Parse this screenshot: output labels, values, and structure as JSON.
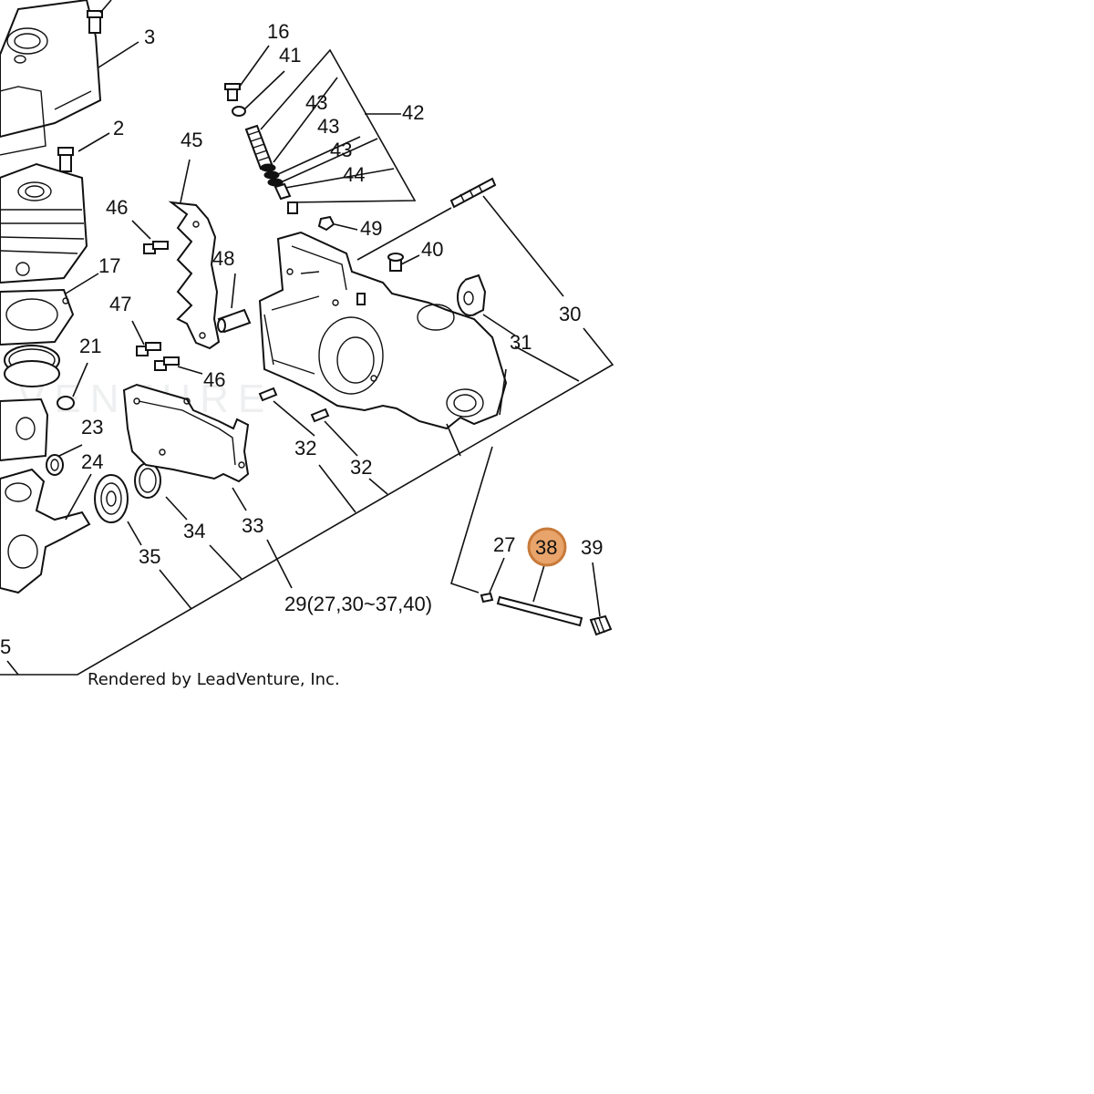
{
  "watermark": "VENTURE",
  "credit": "Rendered by LeadVenture, Inc.",
  "highlight_color": "#e8a46a",
  "highlighted_part": "38",
  "labels": {
    "l3": "3",
    "l2": "2",
    "l16": "16",
    "l41": "41",
    "l43a": "43",
    "l43b": "43",
    "l43c": "43",
    "l44": "44",
    "l42": "42",
    "l45": "45",
    "l46a": "46",
    "l46b": "46",
    "l17": "17",
    "l48": "48",
    "l47": "47",
    "l49": "49",
    "l40": "40",
    "l21": "21",
    "l31": "31",
    "l30": "30",
    "l23": "23",
    "l24": "24",
    "l32a": "32",
    "l32b": "32",
    "l33": "33",
    "l34": "34",
    "l35": "35",
    "l27": "27",
    "l38": "38",
    "l39": "39",
    "l29": "29(27,30~37,40)",
    "l5": "5"
  }
}
